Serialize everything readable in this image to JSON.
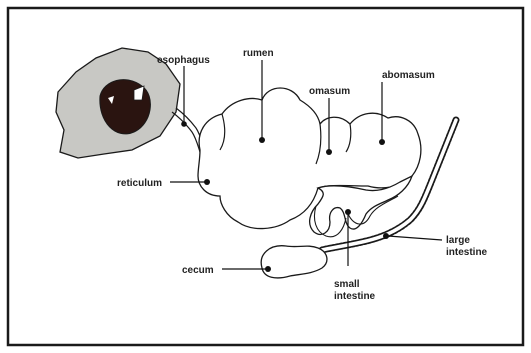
{
  "labels": {
    "esophagus": "esophagus",
    "rumen": "rumen",
    "omasum": "omasum",
    "abomasum": "abomasum",
    "reticulum": "reticulum",
    "large_intestine_1": "large",
    "large_intestine_2": "intestine",
    "cecum": "cecum",
    "small_intestine_1": "small",
    "small_intestine_2": "intestine"
  },
  "colors": {
    "border": "#1a1a1a",
    "head_fill": "#c8c8c4",
    "eye_fill": "#2a1410",
    "outline": "#1a1a1a",
    "text": "#222222"
  }
}
